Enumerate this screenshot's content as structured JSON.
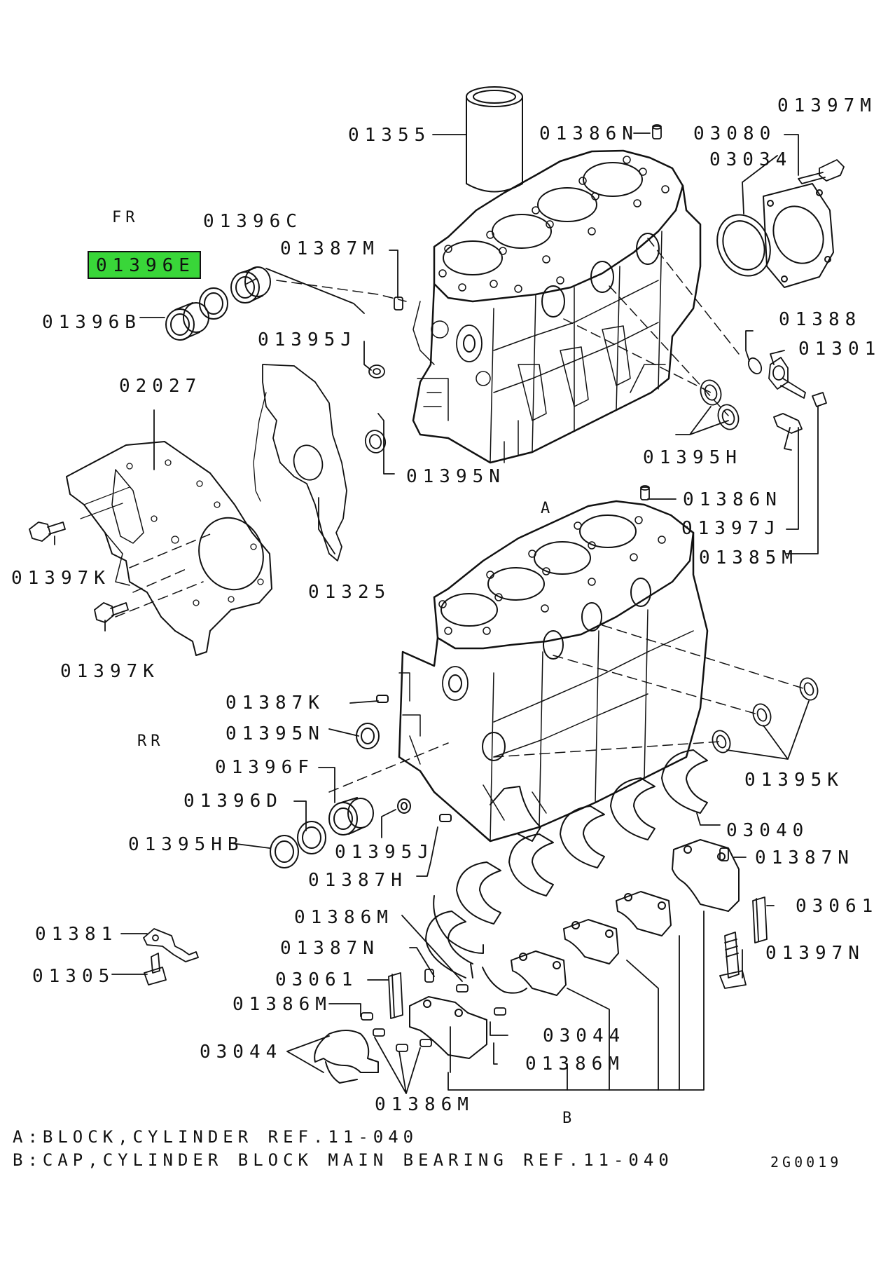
{
  "parts": {
    "p01355": "01355",
    "p01386N_top": "01386N",
    "p03080": "03080",
    "p01397M": "01397M",
    "p03034": "03034",
    "p01396C": "01396C",
    "p01396E": "01396E",
    "p01387M": "01387M",
    "p01396B": "01396B",
    "p01395J_top": "01395J",
    "p01388": "01388",
    "p01301": "01301",
    "p02027": "02027",
    "p01395H": "01395H",
    "p01395N_top": "01395N",
    "p01386N_mid": "01386N",
    "p01397J": "01397J",
    "p01385M": "01385M",
    "p01397K_a": "01397K",
    "p01325": "01325",
    "p01397K_b": "01397K",
    "p01387K": "01387K",
    "p01395N_mid": "01395N",
    "p01396F": "01396F",
    "p01396D": "01396D",
    "p01395K": "01395K",
    "p01395HB": "01395HB",
    "p01395J_bot": "01395J",
    "p03040": "03040",
    "p01387H": "01387H",
    "p01387N_right": "01387N",
    "p03061_right": "03061",
    "p01381": "01381",
    "p01386M_a": "01386M",
    "p01387N_left": "01387N",
    "p01397N": "01397N",
    "p01305": "01305",
    "p03061_left": "03061",
    "p01386M_b": "01386M",
    "p03044_right": "03044",
    "p03044_left": "03044",
    "p01386M_c": "01386M",
    "p01386M_d": "01386M"
  },
  "directions": {
    "front": "FR",
    "rear": "RR"
  },
  "refs": {
    "a": "A",
    "b": "B"
  },
  "notes": {
    "a": "A:BLOCK,CYLINDER REF.11-040",
    "b": "B:CAP,CYLINDER BLOCK MAIN BEARING REF.11-040"
  },
  "figure_id": "2G0019",
  "highlight_color": "#39d639"
}
